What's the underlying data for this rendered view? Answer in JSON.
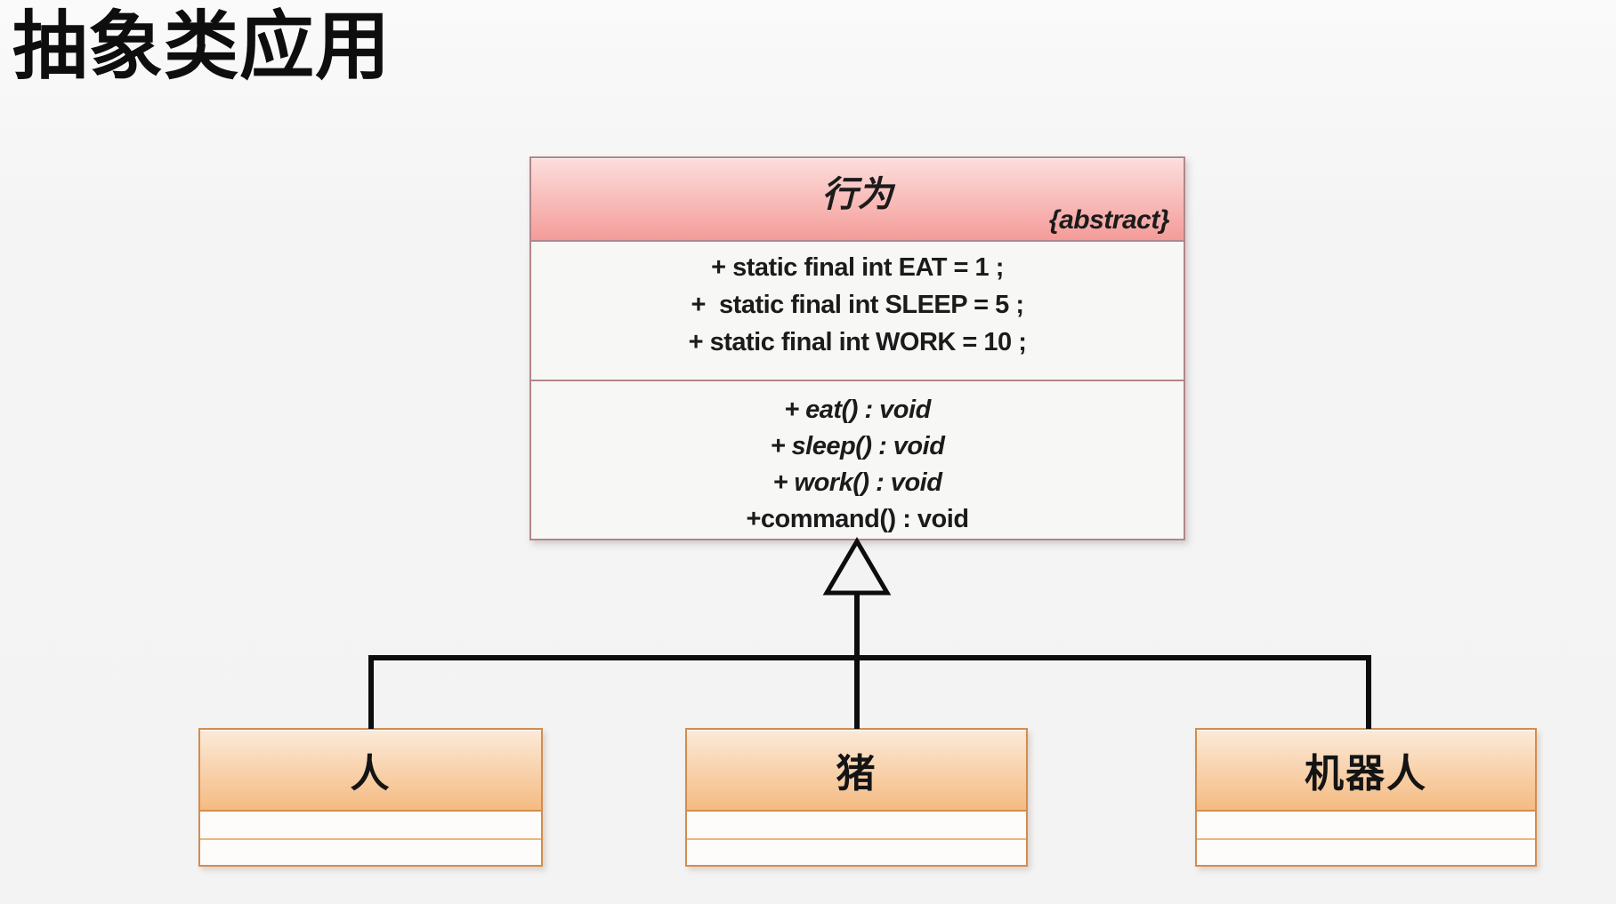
{
  "page": {
    "title": "抽象类应用"
  },
  "theme": {
    "pageBg": "#f4f4f4",
    "titleColor": "#0e0e0e",
    "textColor": "#1b1b1b",
    "parentHeaderTop": "#fcdedc",
    "parentHeaderBottom": "#f49c99",
    "parentBorder": "#b2868a",
    "parentBody": "#f7f8f5",
    "childHeaderTop": "#fcead9",
    "childHeaderBottom": "#f5bb82",
    "childBorder": "#d18d4f",
    "childDivider": "#e9b87f",
    "childBody": "#fdfcfa",
    "lineColor": "#0d0d0d"
  },
  "parent_class": {
    "name": "行为",
    "stereotype": "{abstract}",
    "attributes": [
      "+ static final int EAT = 1 ;",
      "+  static final int SLEEP = 5 ;",
      "+ static final int WORK = 10 ;"
    ],
    "methods": [
      {
        "label": "+ eat() : void",
        "abstract": true
      },
      {
        "label": "+ sleep() : void",
        "abstract": true
      },
      {
        "label": "+ work() : void",
        "abstract": true
      },
      {
        "label": "+command() : void",
        "abstract": false
      }
    ]
  },
  "subclasses": [
    {
      "name": "人"
    },
    {
      "name": "猪"
    },
    {
      "name": "机器人"
    }
  ],
  "connector": {
    "type": "generalization (hollow triangle inheritance arrow)"
  }
}
